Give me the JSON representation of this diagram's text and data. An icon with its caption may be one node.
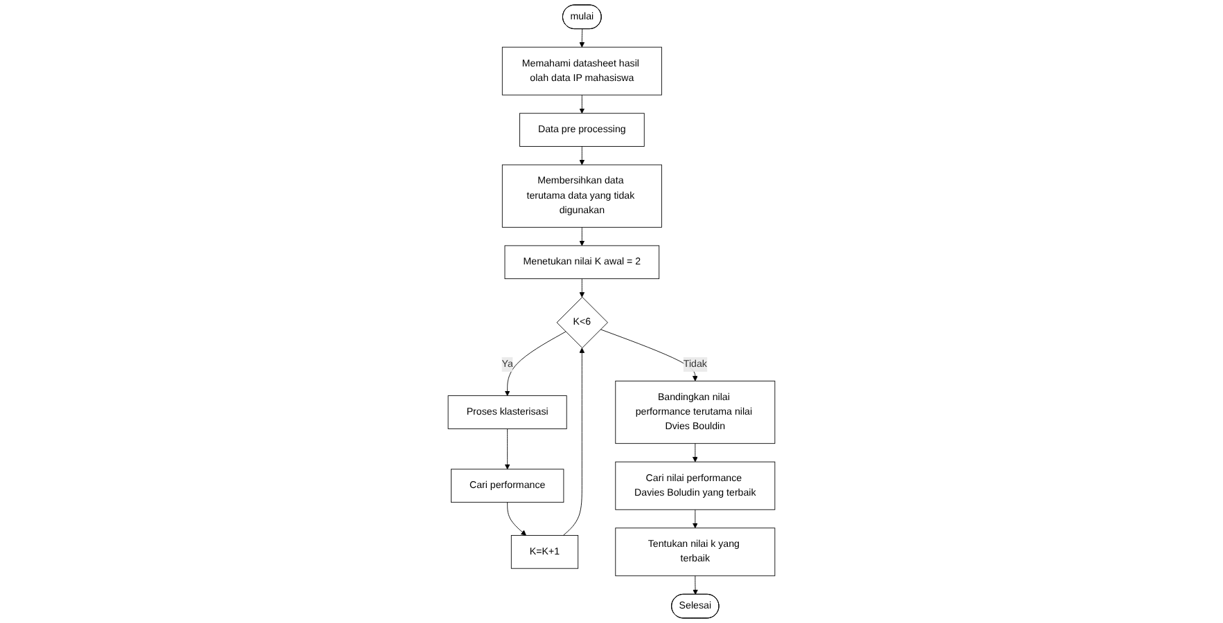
{
  "diagram": {
    "nodes": [
      {
        "text": [
          "mulai"
        ]
      },
      {
        "text": [
          "Memahami datasheet hasil olah data IP mahasiswa"
        ]
      },
      {
        "text": [
          "Data pre processing"
        ]
      },
      {
        "text": [
          "Membersihkan data terutama data yang tidak digunakan"
        ]
      },
      {
        "text": [
          "Menetukan nilai K awal = 2"
        ]
      },
      {
        "text": [
          "K<6"
        ]
      },
      {
        "text": [
          "Proses klasterisasi"
        ]
      },
      {
        "text": [
          "Cari performance"
        ]
      },
      {
        "text": [
          "K=K+1"
        ]
      },
      {
        "text": [
          "Bandingkan nilai performance terutama nilai Dvies Bouldin"
        ]
      },
      {
        "text": [
          "Cari nilai performance Davies Boludin yang terbaik"
        ]
      },
      {
        "text": [
          "Tentukan nilai k yang terbaik"
        ]
      },
      {
        "text": [
          "Selesai"
        ]
      }
    ],
    "edges": [
      {
        "from": 0,
        "to": 1,
        "arrow": "to"
      },
      {
        "from": 1,
        "to": 2,
        "arrow": "to"
      },
      {
        "from": 2,
        "to": 3,
        "arrow": "to"
      },
      {
        "from": 3,
        "to": 4,
        "arrow": "to"
      },
      {
        "from": 4,
        "to": 5,
        "arrow": "to"
      },
      {
        "from": 5,
        "to": 6,
        "arrow": "to",
        "label": "Ya"
      },
      {
        "from": 6,
        "to": 7,
        "arrow": "to"
      },
      {
        "from": 7,
        "to": 8,
        "arrow": "to"
      },
      {
        "from": 8,
        "to": 5,
        "arrow": "to"
      },
      {
        "from": 5,
        "to": 9,
        "arrow": "to",
        "label": "Tidak"
      },
      {
        "from": 9,
        "to": 10,
        "arrow": "to"
      },
      {
        "from": 10,
        "to": 11,
        "arrow": "to"
      },
      {
        "from": 11,
        "to": 12,
        "arrow": "to"
      }
    ]
  }
}
